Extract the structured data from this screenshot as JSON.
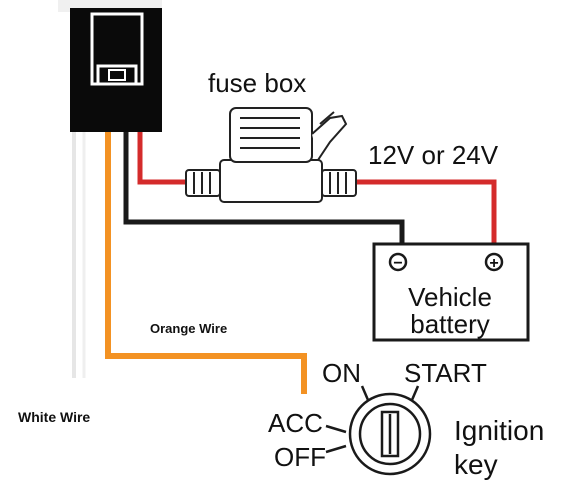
{
  "labels": {
    "fuse_box": "fuse box",
    "voltage": "12V or 24V",
    "orange_wire": "Orange Wire",
    "white_wire": "White Wire",
    "battery_line1": "Vehicle",
    "battery_line2": "battery",
    "battery_minus": "−",
    "battery_plus": "+",
    "ignition_on": "ON",
    "ignition_start": "START",
    "ignition_acc": "ACC",
    "ignition_off": "OFF",
    "ignition_line1": "Ignition",
    "ignition_line2": "key"
  },
  "colors": {
    "red_wire": "#d42b2b",
    "black_wire": "#1a1a1a",
    "orange_wire": "#f39223",
    "white_wire": "#e6e6e6",
    "device": "#0a0a0a",
    "outline": "#222222"
  }
}
